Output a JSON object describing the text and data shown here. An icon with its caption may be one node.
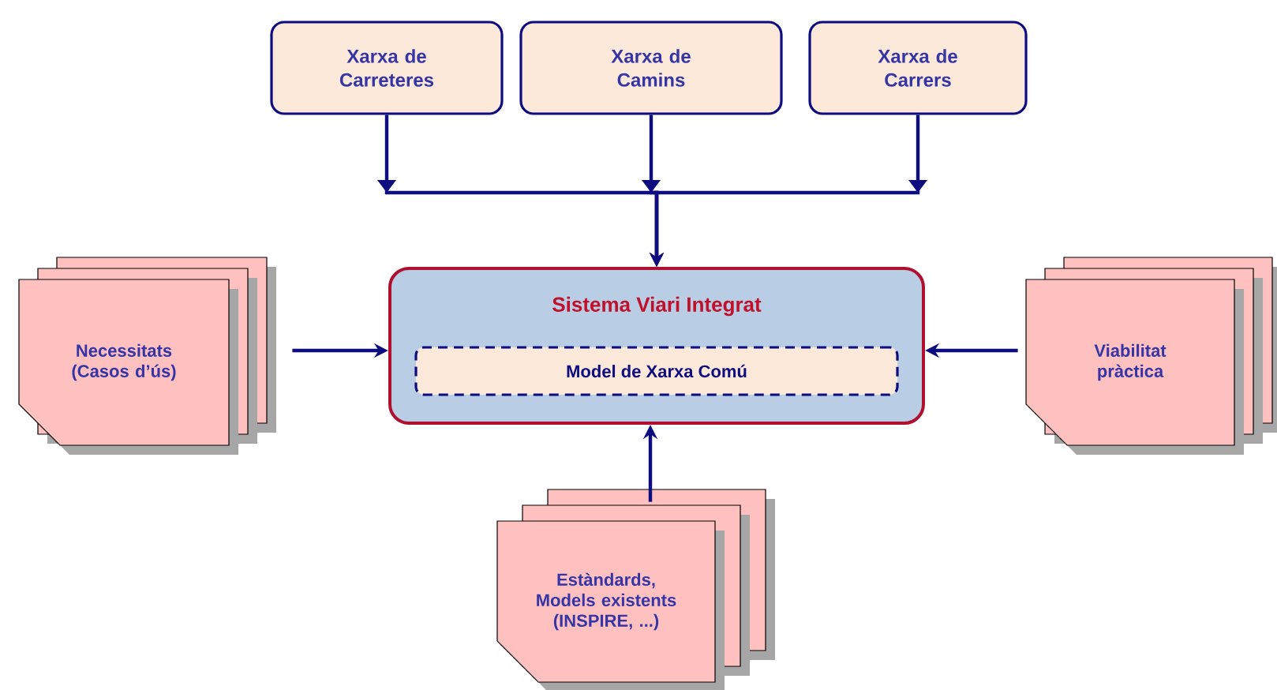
{
  "diagram": {
    "nodes": [
      {
        "text": [
          "Xarxa de Carreteres"
        ]
      },
      {
        "text": [
          "Xarxa de Camins"
        ]
      },
      {
        "text": [
          "Xarxa de Carrers"
        ]
      },
      {
        "text": [
          "Sistema Viari Integrat"
        ]
      },
      {
        "text": [
          "Model de Xarxa Comú"
        ],
        "in": 3
      },
      {
        "text": [
          "Necessitats (Casos d’ús)"
        ]
      },
      {
        "text": [
          "Viabilitat pràctica"
        ]
      },
      {
        "text": [
          "Estàndards, Models existents (INSPIRE, ...)"
        ]
      }
    ],
    "edges": [
      {
        "from": 0,
        "to": 3,
        "arrow": "to"
      },
      {
        "from": 1,
        "to": 3,
        "arrow": "to"
      },
      {
        "from": 2,
        "to": 3,
        "arrow": "to"
      },
      {
        "from": 5,
        "to": 3,
        "arrow": "to"
      },
      {
        "from": 6,
        "to": 3,
        "arrow": "to"
      },
      {
        "from": 7,
        "to": 3,
        "arrow": "to"
      }
    ]
  }
}
